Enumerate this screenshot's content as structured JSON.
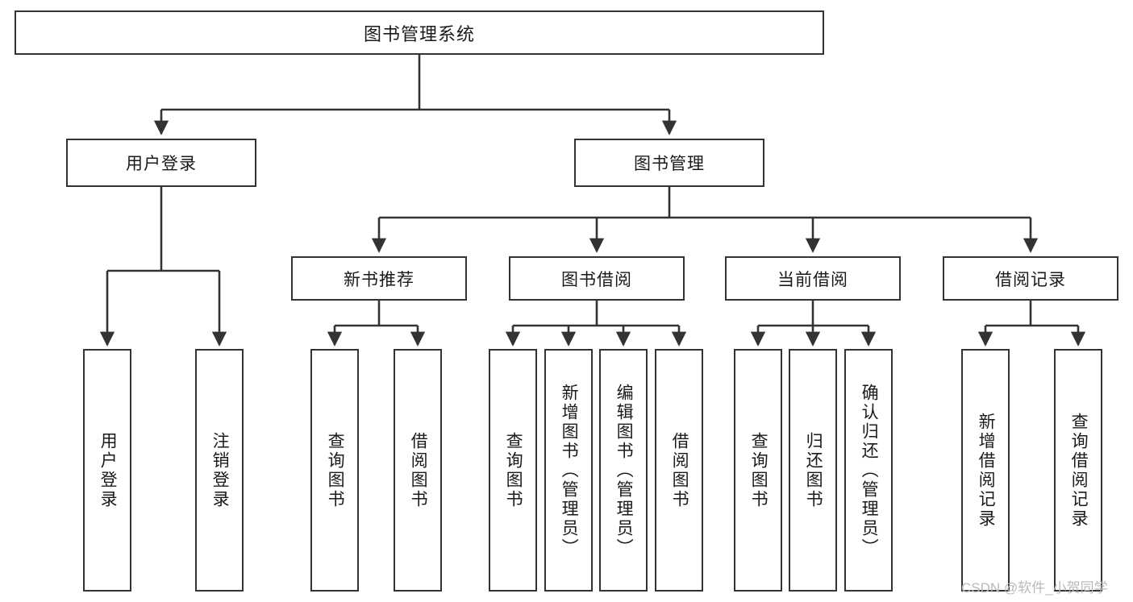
{
  "diagram": {
    "title": "图书管理系统",
    "watermark": "CSDN @软件_小贺同学",
    "colors": {
      "background": "#ffffff",
      "border": "#333333",
      "text": "#1a1a1a",
      "watermark": "#b9b9b9"
    },
    "levels": {
      "root": {
        "label": "图书管理系统"
      },
      "level2": [
        {
          "label": "用户登录"
        },
        {
          "label": "图书管理"
        }
      ],
      "level3": [
        {
          "label": "新书推荐"
        },
        {
          "label": "图书借阅"
        },
        {
          "label": "当前借阅"
        },
        {
          "label": "借阅记录"
        }
      ],
      "leaves": {
        "user_login": [
          {
            "label": "用户登录"
          },
          {
            "label": "注销登录"
          }
        ],
        "new_book_recommend": [
          {
            "label": "查询图书"
          },
          {
            "label": "借阅图书"
          }
        ],
        "book_borrow": [
          {
            "label": "查询图书"
          },
          {
            "label": "新增图书（管理员）"
          },
          {
            "label": "编辑图书（管理员）"
          },
          {
            "label": "借阅图书"
          }
        ],
        "current_borrow": [
          {
            "label": "查询图书"
          },
          {
            "label": "归还图书"
          },
          {
            "label": "确认归还（管理员）"
          }
        ],
        "borrow_records": [
          {
            "label": "新增借阅记录"
          },
          {
            "label": "查询借阅记录"
          }
        ]
      }
    }
  }
}
